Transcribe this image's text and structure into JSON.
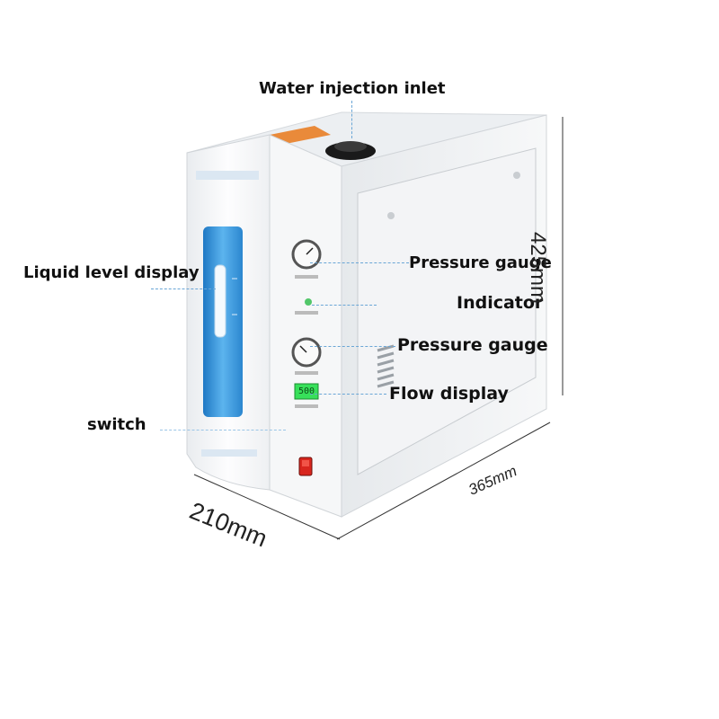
{
  "callouts": {
    "water_injection_inlet": "Water injection inlet",
    "pressure_gauge_top": "Pressure gauge",
    "indicator": "Indicator",
    "pressure_gauge_bottom": "Pressure gauge",
    "flow_display": "Flow display",
    "liquid_level_display": "Liquid level display",
    "switch": "switch"
  },
  "dimensions": {
    "height": "425mm",
    "depth": "365mm",
    "width": "210mm"
  },
  "flow_readout": "500",
  "colors": {
    "housing": "#f2f4f6",
    "front_panel": "#fbfcfd",
    "blue_window": "#2e8fd6",
    "readout_green": "#37e05a",
    "switch_red": "#d8261e",
    "leader_line": "#6aa6d6"
  }
}
